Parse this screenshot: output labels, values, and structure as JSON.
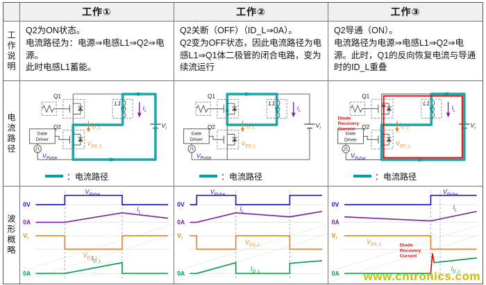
{
  "header": {
    "col1": "工作①",
    "col2": "工作②",
    "col3": "工作③"
  },
  "rows": {
    "desc": "工作说明",
    "path": "电流路径",
    "wave": "波形概略"
  },
  "descriptions": {
    "c1": "Q2为ON状态。\n电流路径为：电源⇒电感L1⇒Q2⇒电源。\n此时电感L1蓄能。",
    "c2": "Q2关断（OFF）（ID_L⇒0A）。\nQ2变为OFF状态，因此电流路径为电感L1⇒Q1体二极管的闭合电路，变为续流运行",
    "c3": "Q2导通（ON）。\n电流路径为电源⇒电感L1⇒Q2⇒电源。此时，Q1的反向恢复电流与导通时的ID_L重叠"
  },
  "legend": {
    "label": "：电流路径"
  },
  "sym": {
    "q1": "Q1",
    "q2": "Q2",
    "l1": "L1",
    "gate": "Gate",
    "driver": "Driver",
    "v_pulse": {
      "m": "V",
      "s": "Pulse"
    },
    "i_l": {
      "m": "I",
      "s": "L"
    },
    "i_d_l": {
      "m": "I",
      "s": "D_L"
    },
    "v_ds_l": {
      "m": "V",
      "s": "DS_L"
    },
    "v_i": {
      "m": "V",
      "s": "i"
    }
  },
  "axis": {
    "zero_v": "0V",
    "zero_a": "0A"
  },
  "recovery": {
    "l1": "Diode",
    "l2": "Recovery",
    "l3": "Current"
  },
  "watermark": "www.cntronics.com",
  "colors": {
    "current_path_teal": "#00A0A0",
    "pulse_blue": "#1818C8",
    "inductor_purple": "#7A1FA0",
    "vds_orange": "#E8821E",
    "idl_green": "#009E45",
    "recovery_red": "#E01010",
    "header_bg": "#F0F0F0",
    "border_gray": "#777777",
    "watermark_yellow": "#C9BD00"
  }
}
